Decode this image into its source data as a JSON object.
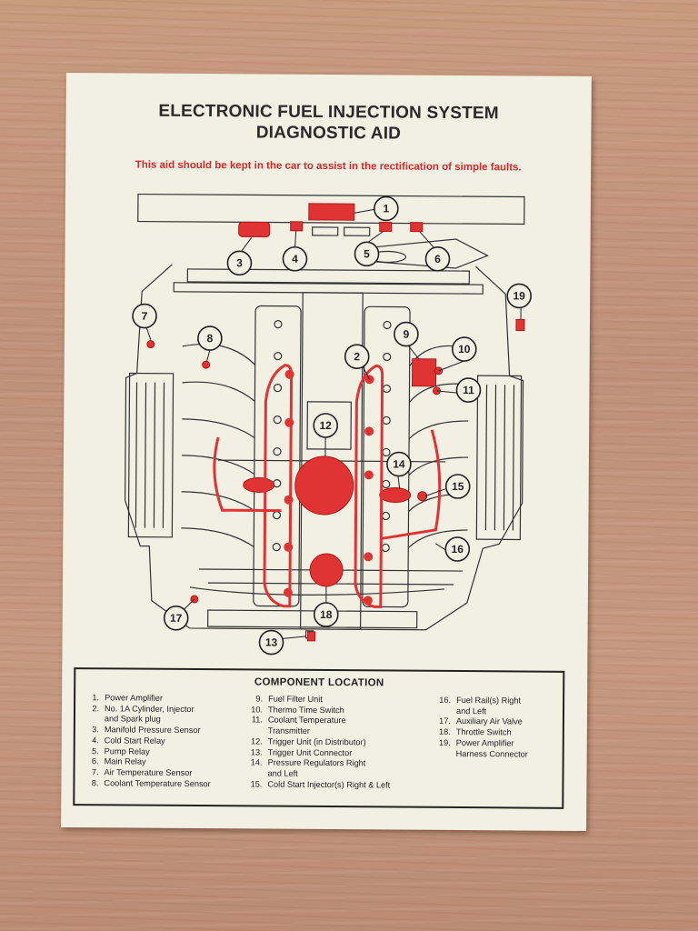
{
  "title_line1": "ELECTRONIC FUEL INJECTION SYSTEM",
  "title_line2": "DIAGNOSTIC AID",
  "subtitle": "This aid should be kept in the car to assist in the rectification of simple faults.",
  "colors": {
    "accent": "#d4282a",
    "ink": "#222222",
    "paper": "#f2efe3"
  },
  "callouts": [
    "1",
    "2",
    "3",
    "4",
    "5",
    "6",
    "7",
    "8",
    "9",
    "10",
    "11",
    "12",
    "13",
    "14",
    "15",
    "16",
    "17",
    "18",
    "19"
  ],
  "legend": {
    "title": "COMPONENT LOCATION",
    "col1": [
      {
        "num": "1.",
        "text": "Power Amplifier"
      },
      {
        "num": "2.",
        "text": "No. 1A Cylinder, Injector\n   and Spark plug"
      },
      {
        "num": "3.",
        "text": "Manifold Pressure Sensor"
      },
      {
        "num": "4.",
        "text": "Cold Start Relay"
      },
      {
        "num": "5.",
        "text": "Pump Relay"
      },
      {
        "num": "6.",
        "text": "Main Relay"
      },
      {
        "num": "7.",
        "text": "Air Temperature Sensor"
      },
      {
        "num": "8.",
        "text": "Coolant Temperature Sensor"
      }
    ],
    "col2": [
      {
        "num": "9.",
        "text": "Fuel Filter Unit"
      },
      {
        "num": "10.",
        "text": "Thermo Time Switch"
      },
      {
        "num": "11.",
        "text": "Coolant Temperature\n   Transmitter"
      },
      {
        "num": "12.",
        "text": "Trigger Unit (in Distributor)"
      },
      {
        "num": "13.",
        "text": "Trigger Unit Connector"
      },
      {
        "num": "14.",
        "text": "Pressure Regulators Right\n   and Left"
      },
      {
        "num": "15.",
        "text": "Cold Start Injector(s) Right & Left"
      }
    ],
    "col3": [
      {
        "num": "16.",
        "text": "Fuel Rail(s) Right\n   and Left"
      },
      {
        "num": "17.",
        "text": "Auxiliary Air Valve"
      },
      {
        "num": "18.",
        "text": "Throttle Switch"
      },
      {
        "num": "19.",
        "text": "Power Amplifier\n   Harness Connector"
      }
    ]
  }
}
